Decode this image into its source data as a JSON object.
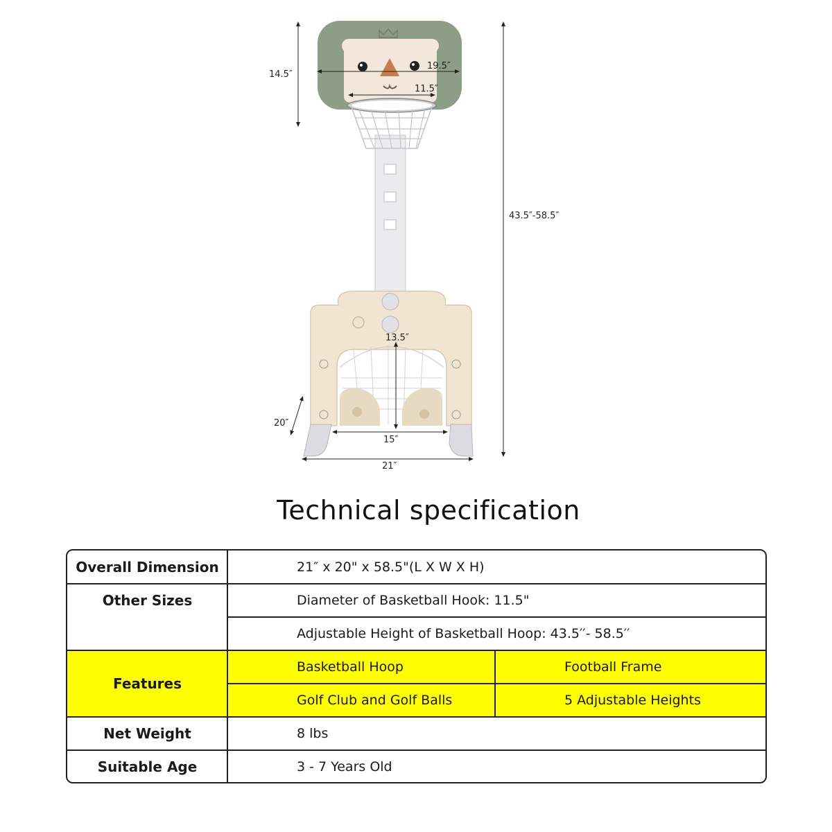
{
  "dimensions": {
    "backboard_height": "14.5″",
    "backboard_width": "19.5″",
    "hoop_diameter": "11.5″",
    "overall_height": "43.5″-58.5″",
    "goal_height": "13.5″",
    "base_depth": "20″",
    "goal_width": "15″",
    "base_width": "21″"
  },
  "title": "Technical specification",
  "table": {
    "overall_dimension": {
      "label": "Overall Dimension",
      "value": "21″ x 20\" x 58.5\"(L X W X H)"
    },
    "other_sizes": {
      "label": "Other Sizes",
      "values": [
        "Diameter of Basketball Hook: 11.5\"",
        "Adjustable Height of Basketball Hoop: 43.5′′- 58.5′′"
      ]
    },
    "features": {
      "label": "Features",
      "items": [
        "Basketball Hoop",
        "Football Frame",
        "Golf Club and Golf Balls",
        "5 Adjustable Heights"
      ],
      "highlight_color": "#FFFF00"
    },
    "net_weight": {
      "label": "Net Weight",
      "value": "8 lbs"
    },
    "suitable_age": {
      "label": "Suitable Age",
      "value": "3 - 7 Years Old"
    }
  },
  "colors": {
    "backboard_green": "#8E9D86",
    "bear_face": "#F3E6DA",
    "base_cream": "#F1E5D2",
    "pole_white": "#ECECEE",
    "leg_grey": "#DCDCE0"
  }
}
